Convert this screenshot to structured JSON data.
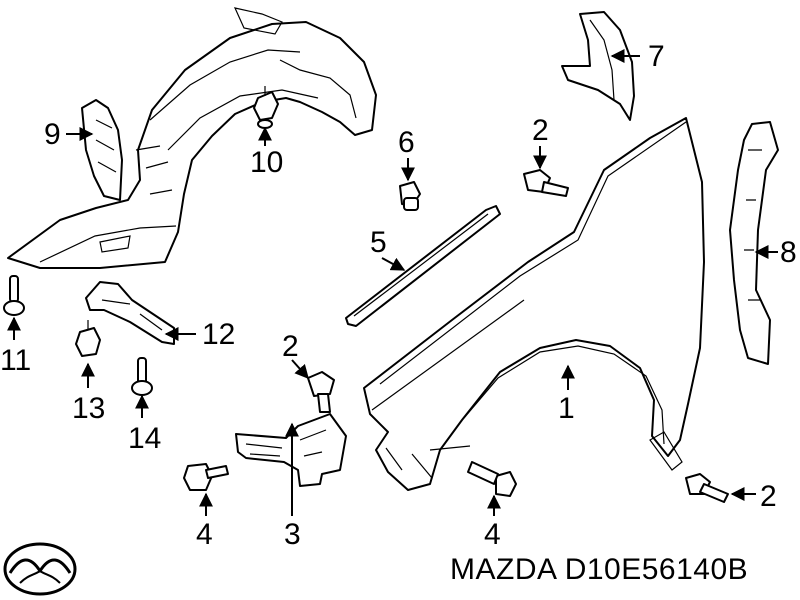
{
  "callouts": {
    "c1": "1",
    "c2a": "2",
    "c2b": "2",
    "c2c": "2",
    "c3": "3",
    "c4a": "4",
    "c4b": "4",
    "c5": "5",
    "c6": "6",
    "c7": "7",
    "c8": "8",
    "c9": "9",
    "c10": "10",
    "c11": "11",
    "c12": "12",
    "c13": "13",
    "c14": "14"
  },
  "caption": {
    "brand": "MAZDA",
    "part_number": "D10E56140B"
  },
  "logo": {
    "icon": "mazda-logo-icon",
    "color": "#000000"
  }
}
